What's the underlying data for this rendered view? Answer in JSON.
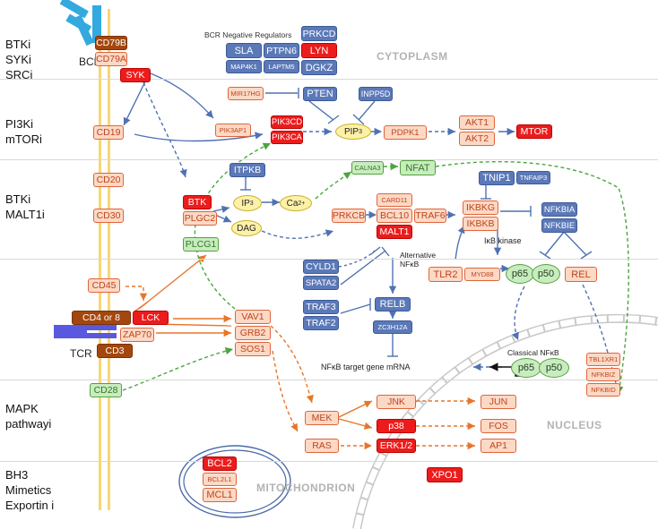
{
  "side_labels": {
    "bcr_inhibitors": [
      "BTKi",
      "SYKi",
      "SRCi"
    ],
    "pi3k": [
      "PI3Ki",
      "mTORi"
    ],
    "btk_malt": [
      "BTKi",
      "MALT1i"
    ],
    "mapk": [
      "MAPK",
      "pathwayi"
    ],
    "bh3": [
      "BH3",
      "Mimetics",
      "Exportin i"
    ]
  },
  "regions": {
    "cytoplasm": "CYTOPLASM",
    "nucleus": "NUCLEUS",
    "mitochondrion": "MITOCHONDRION"
  },
  "receptors": {
    "bcr": "BCR",
    "tcr": "TCR"
  },
  "bcr_negative_regulators": {
    "title": "BCR Negative Regulators",
    "items": [
      "SLA",
      "PTPN6",
      "LYN",
      "PRKCD",
      "MAP4K1",
      "LAPTM5",
      "DGKZ"
    ]
  },
  "nodes": {
    "cd79b": "CD79B",
    "cd79a": "CD79A",
    "syk": "SYK",
    "cd19": "CD19",
    "cd20": "CD20",
    "cd30": "CD30",
    "cd45": "CD45",
    "cd4or8": "CD4 or 8",
    "lck": "LCK",
    "zap70": "ZAP70",
    "cd3": "CD3",
    "cd28": "CD28",
    "mir17hg": "MIR17HG",
    "pten": "PTEN",
    "inpp5d": "INPP5D",
    "pik3ap1": "PIK3AP1",
    "pik3cd": "PIK3CD",
    "pik3ca": "PIK3CA",
    "pip3": "PIP",
    "pdpk1": "PDPK1",
    "akt1": "AKT1",
    "akt2": "AKT2",
    "mtor": "MTOR",
    "itpkb": "ITPKB",
    "btk": "BTK",
    "plcg2": "PLGC2",
    "plcg1": "PLCG1",
    "ip3": "IP",
    "dag": "DAG",
    "ca": "Ca",
    "calna3": "CALNA3",
    "nfat": "NFAT",
    "prkcb": "PRKCB",
    "card11": "CARD11",
    "bcl10": "BCL10",
    "traf6": "TRAF6",
    "malt1": "MALT1",
    "tnip1": "TNIP1",
    "tnfaip3": "TNFAIP3",
    "ikbkg": "IKBKG",
    "ikbkb": "IKBKB",
    "nfkbia": "NFKBIA",
    "nfkbie": "NFKBIE",
    "ikb_kinase": "IκB kinase",
    "tlr2": "TLR2",
    "myd88": "MYD88",
    "p65": "p65",
    "p50": "p50",
    "rel": "REL",
    "cyld1": "CYLD1",
    "spata2": "SPATA2",
    "traf3": "TRAF3",
    "traf2": "TRAF2",
    "relb": "RELB",
    "zc3h12a": "ZC3H12A",
    "alt_nfkb": [
      "Alternative",
      "NFκB"
    ],
    "classical_nfkb": "Classical NFκB",
    "target_mrna": "NFκB target gene mRNA",
    "tbl1xr1": "TBL1XR1",
    "nfkbiz": "NFKBIZ",
    "nfkbid": "NFKBID",
    "vav1": "VAV1",
    "grb2": "GRB2",
    "sos1": "SOS1",
    "mek": "MEK",
    "ras": "RAS",
    "jnk": "JNK",
    "p38": "p38",
    "erk": "ERK1/2",
    "jun": "JUN",
    "fos": "FOS",
    "ap1": "AP1",
    "bcl2": "BCL2",
    "bcl2l1": "BCL2L1",
    "mcl1": "MCL1",
    "xpo1": "XPO1"
  },
  "colors": {
    "peach_fill": "#fbd9c5",
    "peach_border": "#e0653b",
    "red_fill": "#ec1c1c",
    "blue_fill": "#5b79b8",
    "green_fill": "#c9ebc0",
    "brown_fill": "#a3470e",
    "yellow_membrane": "#f7d774",
    "bcr_blue": "#33a9e0",
    "tcr_purple": "#5b58e0",
    "arrow_blue": "#4f72b3",
    "arrow_orange": "#e6762b",
    "arrow_green": "#4aa63d"
  }
}
